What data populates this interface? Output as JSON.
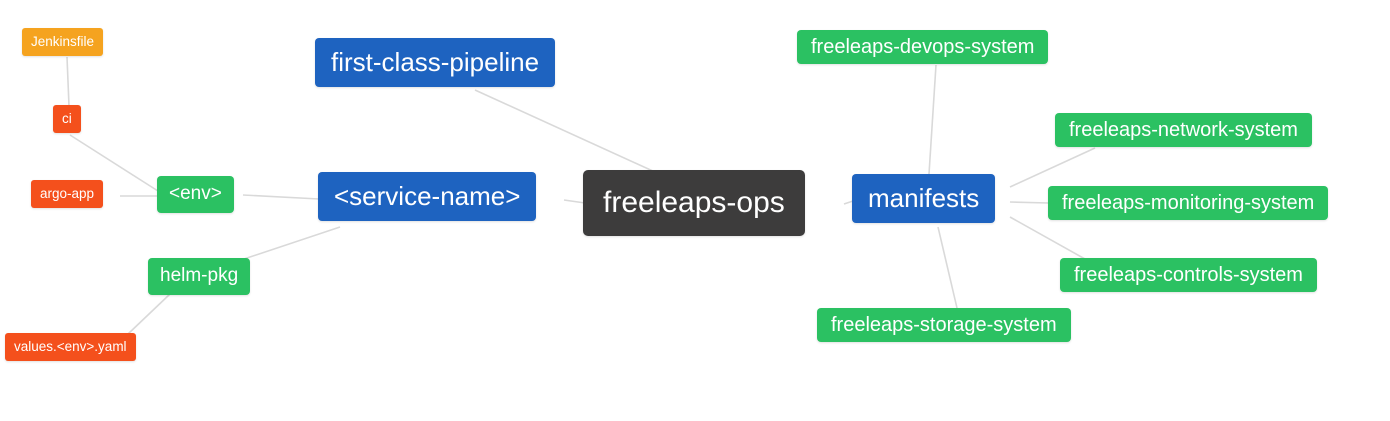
{
  "diagram": {
    "type": "mindmap",
    "edge_color": "#d9d9d9",
    "colors": {
      "blue": "#1e63c0",
      "green": "#2bc162",
      "red": "#f4501c",
      "orange": "#f5a31f",
      "dark": "#3d3c3c"
    },
    "nodes": {
      "jenkinsfile": {
        "label": "Jenkinsfile",
        "color": "#f5a31f"
      },
      "ci": {
        "label": "ci",
        "color": "#f4501c"
      },
      "argo_app": {
        "label": "argo-app",
        "color": "#f4501c"
      },
      "env": {
        "label": "<env>",
        "color": "#2bc162"
      },
      "helm_pkg": {
        "label": "helm-pkg",
        "color": "#2bc162"
      },
      "values_env_yaml": {
        "label": "values.<env>.yaml",
        "color": "#f4501c"
      },
      "first_class_pipeline": {
        "label": "first-class-pipeline",
        "color": "#1e63c0"
      },
      "service_name": {
        "label": "<service-name>",
        "color": "#1e63c0"
      },
      "freeleaps_ops": {
        "label": "freeleaps-ops",
        "color": "#3d3c3c"
      },
      "manifests": {
        "label": "manifests",
        "color": "#1e63c0"
      },
      "devops_system": {
        "label": "freeleaps-devops-system",
        "color": "#2bc162"
      },
      "network_system": {
        "label": "freeleaps-network-system",
        "color": "#2bc162"
      },
      "monitoring_system": {
        "label": "freeleaps-monitoring-system",
        "color": "#2bc162"
      },
      "controls_system": {
        "label": "freeleaps-controls-system",
        "color": "#2bc162"
      },
      "storage_system": {
        "label": "freeleaps-storage-system",
        "color": "#2bc162"
      }
    },
    "edges": [
      [
        "jenkinsfile",
        "ci"
      ],
      [
        "ci",
        "env"
      ],
      [
        "argo_app",
        "env"
      ],
      [
        "env",
        "service_name"
      ],
      [
        "service_name",
        "helm_pkg"
      ],
      [
        "helm_pkg",
        "values_env_yaml"
      ],
      [
        "first_class_pipeline",
        "freeleaps_ops"
      ],
      [
        "service_name",
        "freeleaps_ops"
      ],
      [
        "freeleaps_ops",
        "manifests"
      ],
      [
        "manifests",
        "devops_system"
      ],
      [
        "manifests",
        "network_system"
      ],
      [
        "manifests",
        "monitoring_system"
      ],
      [
        "manifests",
        "controls_system"
      ],
      [
        "manifests",
        "storage_system"
      ]
    ]
  }
}
